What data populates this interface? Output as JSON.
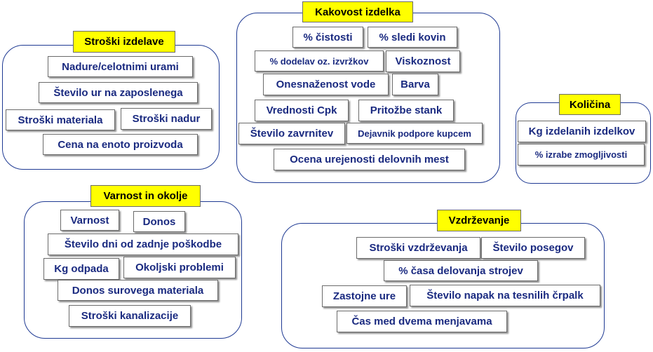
{
  "groups": {
    "stroski_izdelave": {
      "title": "Stroški izdelave",
      "items": [
        "Nadure/celotnimi urami",
        "Število ur na zaposlenega",
        "Stroški materiala",
        "Stroški nadur",
        "Cena na enoto proizvoda"
      ]
    },
    "kakovost_izdelka": {
      "title": "Kakovost izdelka",
      "items": [
        "% čistosti",
        "% sledi kovin",
        "% dodelav oz. izvržkov",
        "Viskoznost",
        "Onesnaženost vode",
        "Barva",
        "Vrednosti Cpk",
        "Pritožbe stank",
        "Število zavrnitev",
        "Dejavnik podpore kupcem",
        "Ocena urejenosti delovnih mest"
      ]
    },
    "kolicina": {
      "title": "Količina",
      "items": [
        "Kg izdelanih izdelkov",
        "% izrabe zmogljivosti"
      ]
    },
    "varnost_in_okolje": {
      "title": "Varnost in  okolje",
      "items": [
        "Varnost",
        "Donos",
        "Število dni od zadnje poškodbe",
        "Kg odpada",
        "Okoljski problemi",
        "Donos surovega materiala",
        "Stroški kanalizacije"
      ]
    },
    "vzdrzevanje": {
      "title": "Vzdrževanje",
      "items": [
        "Stroški vzdrževanja",
        "Število posegov",
        "% časa delovanja strojev",
        "Zastojne ure",
        "Število napak na tesnilih črpalk",
        "Čas med dvema menjavama"
      ]
    }
  }
}
